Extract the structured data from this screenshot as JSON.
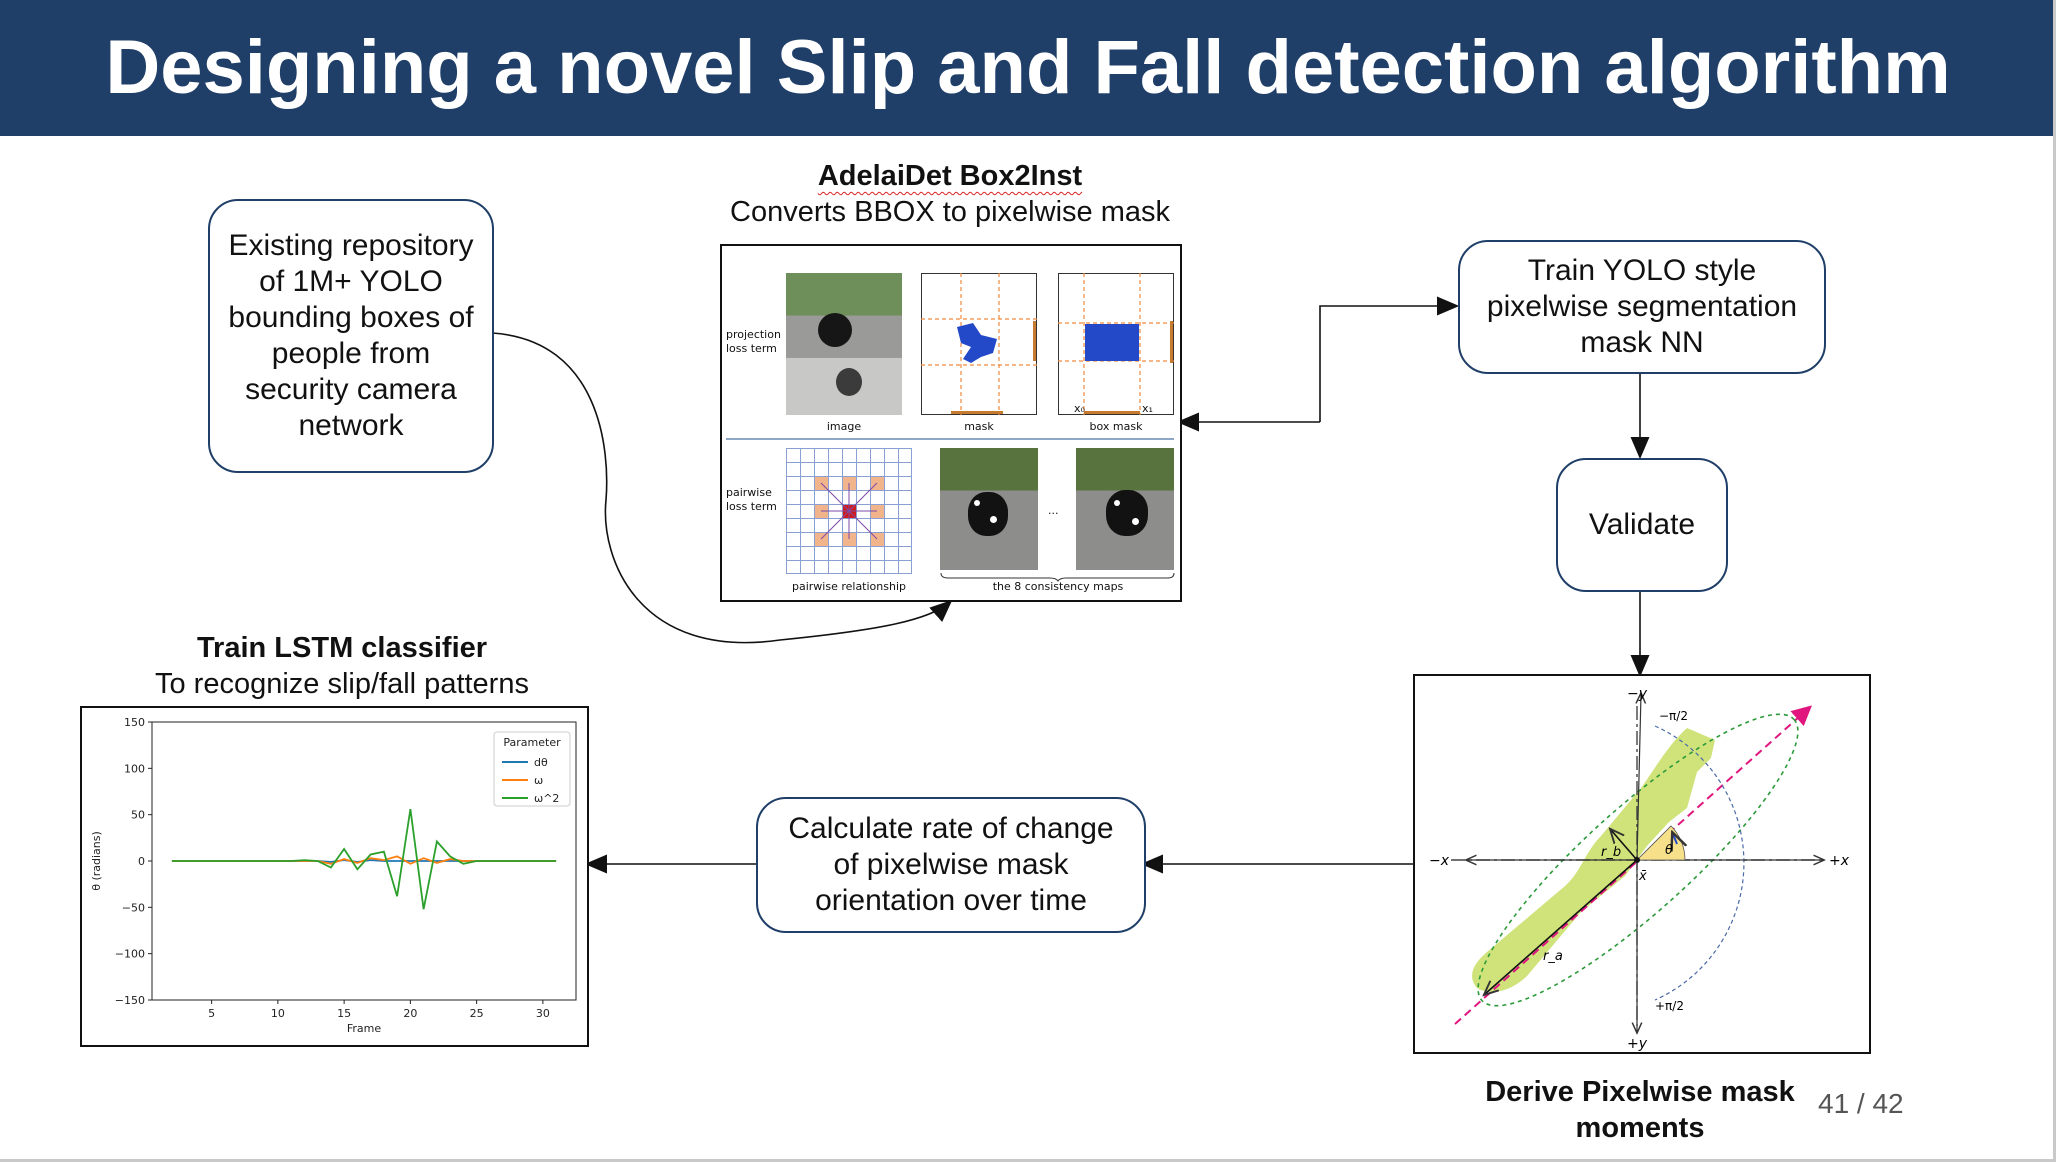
{
  "slide": {
    "title": "Designing a novel Slip and Fall detection algorithm",
    "page_number": "41 / 42"
  },
  "boxes": {
    "repository": "Existing repository of 1M+ YOLO bounding boxes of people from security camera network",
    "train_yolo": "Train YOLO style pixelwise segmentation mask NN",
    "validate": "Validate",
    "calculate": "Calculate rate of change of pixelwise mask orientation over time"
  },
  "box2inst": {
    "caption_title": "AdelaiDet Box2Inst",
    "caption_sub": "Converts BBOX to pixelwise mask",
    "labels": {
      "projection": "projection loss term",
      "pairwise": "pairwise loss term",
      "image": "image",
      "mask": "mask",
      "box_mask": "box mask",
      "x0": "x₀",
      "x1": "x₁",
      "pairwise_relationship": "pairwise relationship",
      "consistency_maps": "the 8 consistency maps",
      "ellipsis": "..."
    }
  },
  "lstm": {
    "caption_title": "Train LSTM classifier",
    "caption_sub": "To recognize slip/fall patterns"
  },
  "moments": {
    "caption": "Derive Pixelwise mask moments",
    "labels": {
      "neg_y": "−y",
      "pos_y": "+y",
      "neg_x": "−x",
      "pos_x": "+x",
      "neg_pi2": "−π/2",
      "pos_pi2": "+π/2",
      "theta": "θ",
      "rb": "r_b",
      "ra": "r_a",
      "xbar": "x̄"
    }
  },
  "colors": {
    "header": "#1f3f68",
    "box_border": "#1f3f68",
    "series": [
      "#1f77b4",
      "#ff7f0e",
      "#2ca02c"
    ],
    "mask_blue": "#2349c9",
    "ellipse_fill": "#cfe37a"
  },
  "chart_data": {
    "type": "line",
    "title": "",
    "xlabel": "Frame",
    "ylabel": "θ (radians)",
    "xlim": [
      0.5,
      32.5
    ],
    "ylim": [
      -150,
      150
    ],
    "xticks": [
      5,
      10,
      15,
      20,
      25,
      30
    ],
    "yticks": [
      150,
      100,
      50,
      0,
      -50,
      -100,
      -150
    ],
    "legend": {
      "title": "Parameter",
      "placement": "top-right"
    },
    "x": [
      2,
      3,
      4,
      5,
      6,
      7,
      8,
      9,
      10,
      11,
      12,
      13,
      14,
      15,
      16,
      17,
      18,
      19,
      20,
      21,
      22,
      23,
      24,
      25,
      26,
      27,
      28,
      29,
      30,
      31
    ],
    "series": [
      {
        "name": "dθ",
        "values": [
          0,
          0,
          0,
          0,
          0,
          0,
          0,
          0,
          0,
          0,
          0,
          0,
          -1,
          1,
          -1,
          1,
          0,
          0,
          0,
          0,
          0,
          0,
          0,
          0,
          0,
          0,
          0,
          0,
          0,
          0
        ]
      },
      {
        "name": "ω",
        "values": [
          0,
          0,
          0,
          0,
          0,
          0,
          0,
          0,
          0,
          0,
          0,
          0,
          -3,
          2,
          -2,
          3,
          1,
          5,
          -3,
          3,
          -2,
          2,
          0,
          0,
          0,
          0,
          0,
          0,
          0,
          0
        ]
      },
      {
        "name": "ω^2",
        "values": [
          0,
          0,
          0,
          0,
          0,
          0,
          0,
          0,
          0,
          0,
          1,
          0,
          -7,
          13,
          -9,
          7,
          10,
          -38,
          56,
          -52,
          21,
          5,
          -3,
          0,
          0,
          0,
          0,
          0,
          0,
          0
        ]
      }
    ]
  }
}
